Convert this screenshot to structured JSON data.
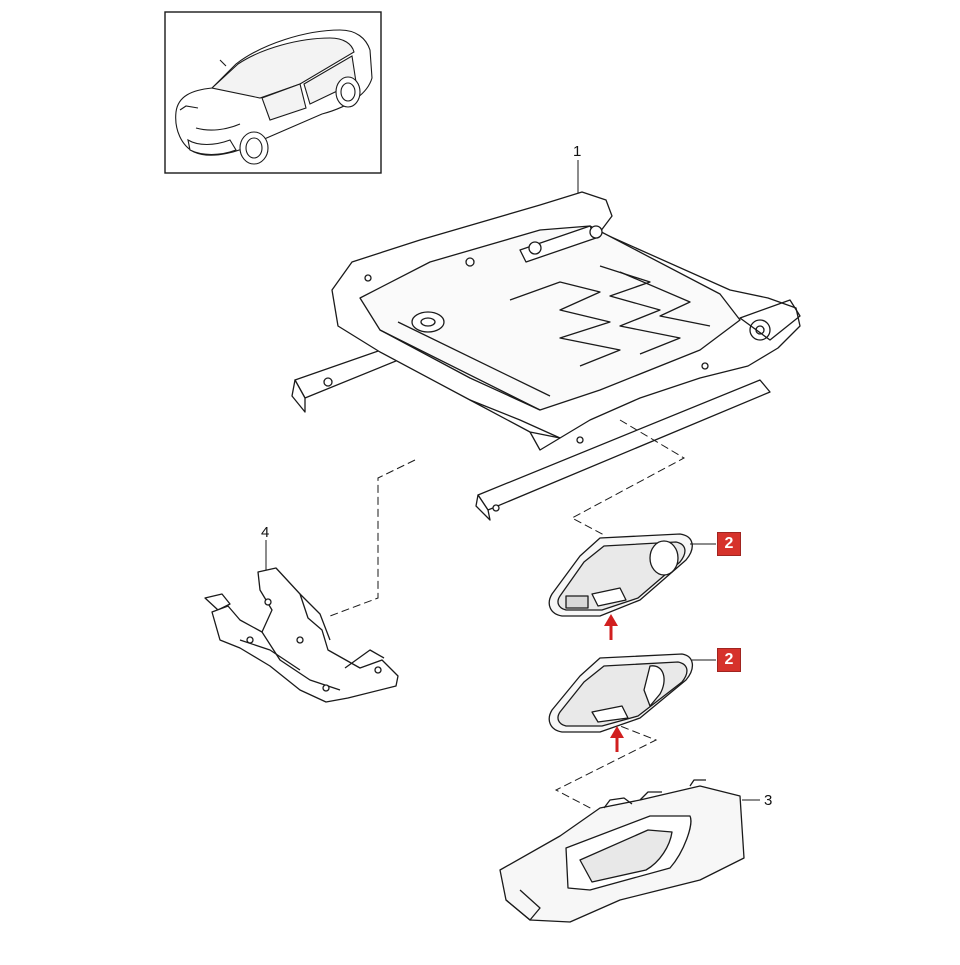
{
  "colors": {
    "line": "#1a1a1a",
    "badge": "#d6322b",
    "arrow": "#d11f1f",
    "part_fill": "#f7f7f7",
    "part_shade": "#e2e2e2"
  },
  "thumbnail": {
    "icon": "car-icon"
  },
  "callouts": {
    "seat_frame": "1",
    "switch_upper": "2",
    "switch_lower": "2",
    "trim_panel": "3",
    "bracket": "4"
  }
}
